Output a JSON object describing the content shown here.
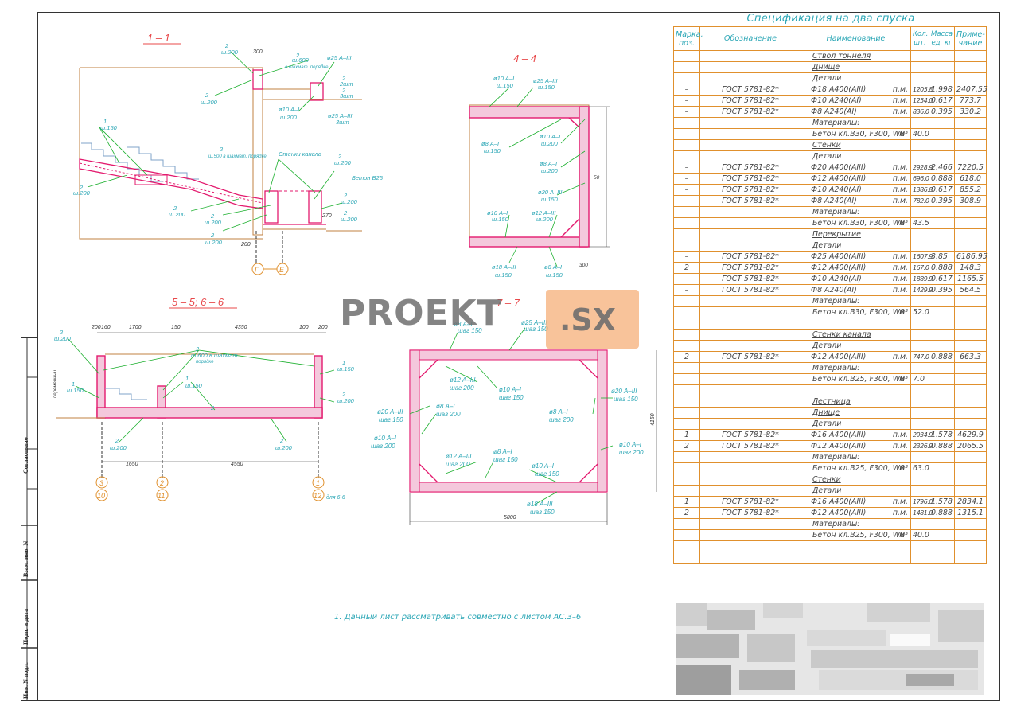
{
  "watermark": {
    "main": "PROEKT",
    "suffix": ".SX"
  },
  "sections": {
    "s11": "1 – 1",
    "s44": "4 – 4",
    "s556": "5 – 5; 6 – 6",
    "s77": "7 – 7"
  },
  "drawing_labels": {
    "kanal_walls": "Стенки канала",
    "beton": "Бетон В25",
    "for_66": "для 6-6",
    "axes_11": [
      "Г",
      "Е"
    ],
    "axes_556": [
      "3",
      "10",
      "2",
      "11",
      "1",
      "12"
    ],
    "dims_556": [
      "200",
      "160",
      "1700",
      "150",
      "4350",
      "100",
      "200",
      "1650",
      "4550"
    ],
    "dims_77": [
      "5800",
      "4150"
    ]
  },
  "spec": {
    "title": "Спецификация на два спуска",
    "headers": {
      "mark": "Марка, поз.",
      "designation": "Обозначение",
      "name": "Наименование",
      "qty": "Кол. шт.",
      "mass": "Масса ед. кг",
      "note": "Приме- чание"
    },
    "rows": [
      {
        "type": "sec",
        "name": "Ствол тоннеля"
      },
      {
        "type": "sec",
        "name": "Днище"
      },
      {
        "type": "sub",
        "name": "Детали"
      },
      {
        "type": "item",
        "mark": "–",
        "des": "ГОСТ 5781-82*",
        "name": "Ф18 А400(АIII)",
        "unit": "п.м.",
        "qty": "1205.8",
        "mass": "1.998",
        "note": "2407.55"
      },
      {
        "type": "item",
        "mark": "–",
        "des": "ГОСТ 5781-82*",
        "name": "Ф10 А240(АI)",
        "unit": "п.м.",
        "qty": "1254.0",
        "mass": "0.617",
        "note": "773.7"
      },
      {
        "type": "item",
        "mark": "–",
        "des": "ГОСТ 5781-82*",
        "name": "Ф8 А240(АI)",
        "unit": "п.м.",
        "qty": "836.0",
        "mass": "0.395",
        "note": "330.2"
      },
      {
        "type": "sub",
        "name": "Материалы:"
      },
      {
        "type": "mat",
        "name": "Бетон кл.В30, F300, W8",
        "unit": "м³",
        "qty": "40.0"
      },
      {
        "type": "sec",
        "name": "Стенки"
      },
      {
        "type": "sub",
        "name": "Детали"
      },
      {
        "type": "item",
        "mark": "–",
        "des": "ГОСТ 5781-82*",
        "name": "Ф20 А400(АIII)",
        "unit": "п.м.",
        "qty": "2928.9",
        "mass": "2.466",
        "note": "7220.5"
      },
      {
        "type": "item",
        "mark": "–",
        "des": "ГОСТ 5781-82*",
        "name": "Ф12 А400(АIII)",
        "unit": "п.м.",
        "qty": "696.0",
        "mass": "0.888",
        "note": "618.0"
      },
      {
        "type": "item",
        "mark": "–",
        "des": "ГОСТ 5781-82*",
        "name": "Ф10 А240(АI)",
        "unit": "п.м.",
        "qty": "1386.8",
        "mass": "0.617",
        "note": "855.2"
      },
      {
        "type": "item",
        "mark": "–",
        "des": "ГОСТ 5781-82*",
        "name": "Ф8 А240(АI)",
        "unit": "п.м.",
        "qty": "782.0",
        "mass": "0.395",
        "note": "308.9"
      },
      {
        "type": "sub",
        "name": "Материалы:"
      },
      {
        "type": "mat",
        "name": "Бетон кл.В30, F300, W8",
        "unit": "м³",
        "qty": "43.5"
      },
      {
        "type": "sec",
        "name": "Перекрытие"
      },
      {
        "type": "sub",
        "name": "Детали"
      },
      {
        "type": "item",
        "mark": "–",
        "des": "ГОСТ 5781-82*",
        "name": "Ф25 А400(АIII)",
        "unit": "п.м.",
        "qty": "1607.9",
        "mass": "3.85",
        "note": "6186.95"
      },
      {
        "type": "item",
        "mark": "2",
        "des": "ГОСТ 5781-82*",
        "name": "Ф12 А400(АIII)",
        "unit": "п.м.",
        "qty": "167.0",
        "mass": "0.888",
        "note": "148.3"
      },
      {
        "type": "item",
        "mark": "–",
        "des": "ГОСТ 5781-82*",
        "name": "Ф10 А240(АI)",
        "unit": "п.м.",
        "qty": "1889.9",
        "mass": "0.617",
        "note": "1165.5"
      },
      {
        "type": "item",
        "mark": "–",
        "des": "ГОСТ 5781-82*",
        "name": "Ф8 А240(АI)",
        "unit": "п.м.",
        "qty": "1429.9",
        "mass": "0.395",
        "note": "564.5"
      },
      {
        "type": "sub",
        "name": "Материалы:"
      },
      {
        "type": "mat",
        "name": "Бетон кл.В30, F300, W8",
        "unit": "м³",
        "qty": "52.0"
      },
      {
        "type": "blank"
      },
      {
        "type": "sec",
        "name": "Стенки канала"
      },
      {
        "type": "sub",
        "name": "Детали"
      },
      {
        "type": "item",
        "mark": "2",
        "des": "ГОСТ 5781-82*",
        "name": "Ф12 А400(АIII)",
        "unit": "п.м.",
        "qty": "747.0",
        "mass": "0.888",
        "note": "663.3"
      },
      {
        "type": "sub",
        "name": "Материалы:"
      },
      {
        "type": "mat",
        "name": "Бетон кл.В25, F300, W8",
        "unit": "м³",
        "qty": "7.0"
      },
      {
        "type": "blank"
      },
      {
        "type": "sec",
        "name": "Лестница"
      },
      {
        "type": "sec",
        "name": "Днище"
      },
      {
        "type": "sub",
        "name": "Детали"
      },
      {
        "type": "item",
        "mark": "1",
        "des": "ГОСТ 5781-82*",
        "name": "Ф16 А400(АIII)",
        "unit": "п.м.",
        "qty": "2934.9",
        "mass": "1.578",
        "note": "4629.9"
      },
      {
        "type": "item",
        "mark": "2",
        "des": "ГОСТ 5781-82*",
        "name": "Ф12 А400(АIII)",
        "unit": "п.м.",
        "qty": "2326.9",
        "mass": "0.888",
        "note": "2065.5"
      },
      {
        "type": "sub",
        "name": "Материалы:"
      },
      {
        "type": "mat",
        "name": "Бетон кл.В25, F300, W8",
        "unit": "м³",
        "qty": "63.0"
      },
      {
        "type": "sec",
        "name": "Стенки"
      },
      {
        "type": "sub",
        "name": "Детали"
      },
      {
        "type": "item",
        "mark": "1",
        "des": "ГОСТ 5781-82*",
        "name": "Ф16 А400(АIII)",
        "unit": "п.м.",
        "qty": "1796.0",
        "mass": "1.578",
        "note": "2834.1"
      },
      {
        "type": "item",
        "mark": "2",
        "des": "ГОСТ 5781-82*",
        "name": "Ф12 А400(АIII)",
        "unit": "п.м.",
        "qty": "1481.0",
        "mass": "0.888",
        "note": "1315.1"
      },
      {
        "type": "sub",
        "name": "Материалы:"
      },
      {
        "type": "mat",
        "name": "Бетон кл.В25, F300, W8",
        "unit": "м³",
        "qty": "40.0"
      },
      {
        "type": "blank"
      },
      {
        "type": "blank"
      }
    ]
  },
  "note": "1.     Данный лист рассматривать совместно с листом АС.3–6",
  "left_strip": [
    "Согласовано",
    "Взам. инв. N",
    "Подп. и дата",
    "Инв. N подл."
  ]
}
